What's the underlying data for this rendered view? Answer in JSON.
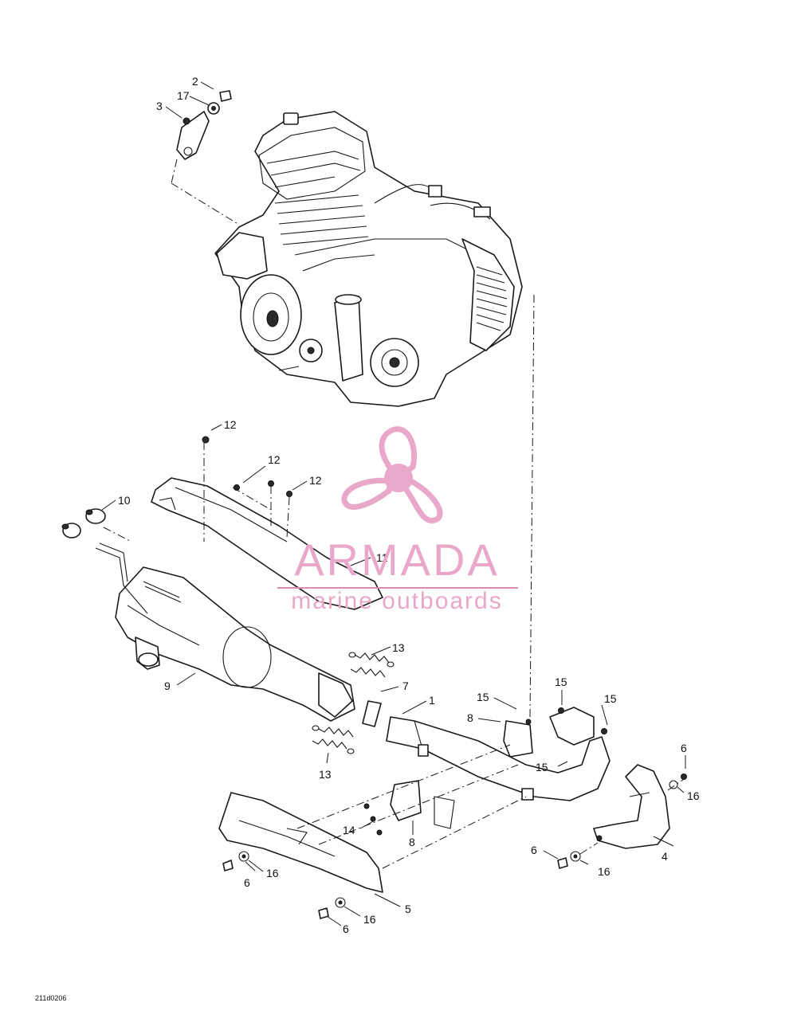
{
  "callouts": {
    "c1": "1",
    "c2": "2",
    "c3": "3",
    "c4": "4",
    "c5": "5",
    "c6a": "6",
    "c6b": "6",
    "c6c": "6",
    "c6d": "6",
    "c7": "7",
    "c8a": "8",
    "c8b": "8",
    "c9": "9",
    "c10": "10",
    "c11": "11",
    "c12a": "12",
    "c12b": "12",
    "c12c": "12",
    "c13a": "13",
    "c13b": "13",
    "c14": "14",
    "c15a": "15",
    "c15b": "15",
    "c15c": "15",
    "c15d": "15",
    "c16a": "16",
    "c16b": "16",
    "c16c": "16",
    "c16d": "16",
    "c17": "17"
  },
  "watermark": {
    "brand": "ARMADA",
    "tagline": "marine outboards",
    "color": "#e9a7c9",
    "line_color": "#d98bb6",
    "logo": "propeller-logo"
  },
  "figure_code": "211d0206"
}
